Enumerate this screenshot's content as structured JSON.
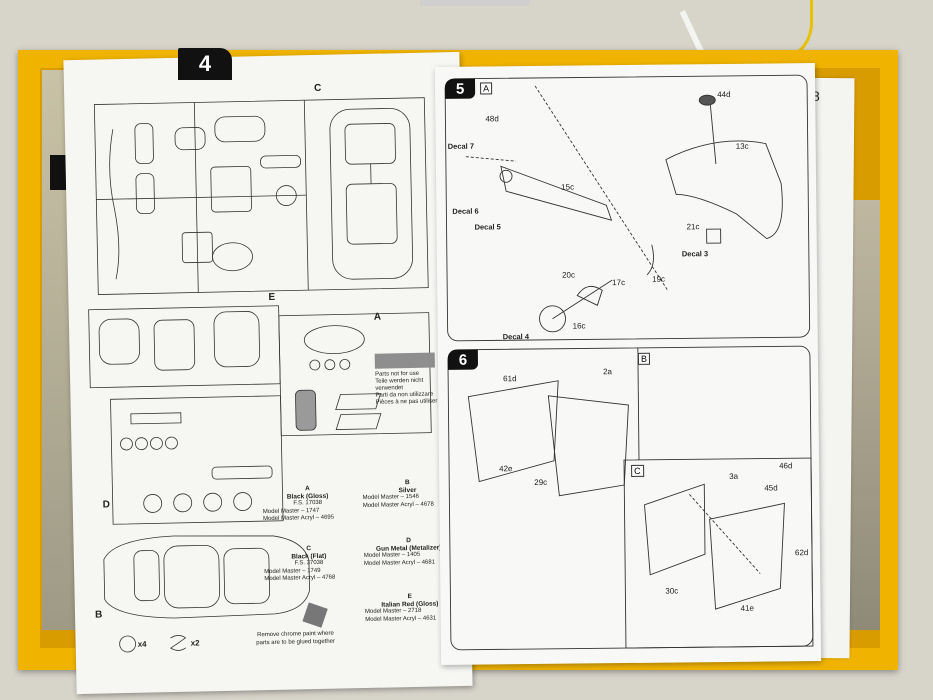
{
  "page_tab_left": "4",
  "page_num_right": "8",
  "steps": {
    "s5": {
      "num": "5",
      "view": "A"
    },
    "s6": {
      "num": "6",
      "view": "B"
    },
    "s6c": {
      "view": "C"
    }
  },
  "sprue_labels": {
    "c": "C",
    "e": "E",
    "a": "A",
    "d": "D",
    "b": "B"
  },
  "parts_not_for_use": [
    "Parts not for use",
    "Teile werden nicht verwendet",
    "Parti da non utilizzare",
    "Pièces à ne pas utiliser"
  ],
  "paints": [
    {
      "letter": "A",
      "name": "Black (Gloss)",
      "fs": "F.S. 17038",
      "l1": "Model Master – 1747",
      "l2": "Model Master Acryl – 4695"
    },
    {
      "letter": "B",
      "name": "Silver",
      "fs": "",
      "l1": "Model Master – 1546",
      "l2": "Model Master Acryl – 4678"
    },
    {
      "letter": "C",
      "name": "Black (Flat)",
      "fs": "F.S. 37038",
      "l1": "Model Master – 1749",
      "l2": "Model Master Acryl – 4768"
    },
    {
      "letter": "D",
      "name": "Gun Metal (Metalizer)",
      "fs": "",
      "l1": "Model Master – 1405",
      "l2": "Model Master Acryl – 4681"
    },
    {
      "letter": "E",
      "name": "Italian Red (Gloss)",
      "fs": "",
      "l1": "Model Master – 2718",
      "l2": "Model Master Acryl – 4631"
    }
  ],
  "chrome_note": [
    "Remove chrome paint where",
    "parts are to be glued together"
  ],
  "multipliers": [
    "x4",
    "x2"
  ],
  "step5_parts": [
    "48d",
    "15c",
    "13c",
    "44d",
    "21c",
    "19c",
    "20c",
    "17c",
    "16c"
  ],
  "step5_decals": [
    "Decal 7",
    "Decal 6",
    "Decal 5",
    "Decal 3",
    "Decal 4"
  ],
  "step6_parts": [
    "61d",
    "2a",
    "42e",
    "29c",
    "3a",
    "46d",
    "45d",
    "62d",
    "30c",
    "41e"
  ],
  "colors": {
    "box_yellow": "#f2b705",
    "paper": "#f7f7f4",
    "ink": "#222222"
  }
}
